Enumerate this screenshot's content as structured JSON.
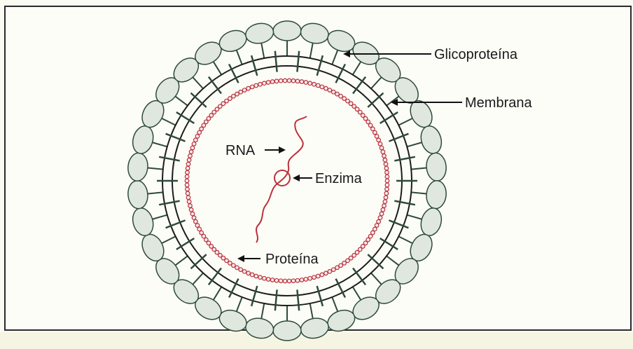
{
  "labels": {
    "glycoprotein": "Glicoproteína",
    "membrane": "Membrana",
    "rna": "RNA",
    "enzyme": "Enzima",
    "protein": "Proteína"
  },
  "colors": {
    "envelope_outline": "#2f4a3a",
    "membrane_line": "#1c1c1c",
    "spike_fill": "#dfe7df",
    "capsid": "#b8313b",
    "rna_strand": "#b8313b",
    "arrow": "#111111"
  },
  "icons": {
    "arrow": "arrow-left-icon"
  }
}
